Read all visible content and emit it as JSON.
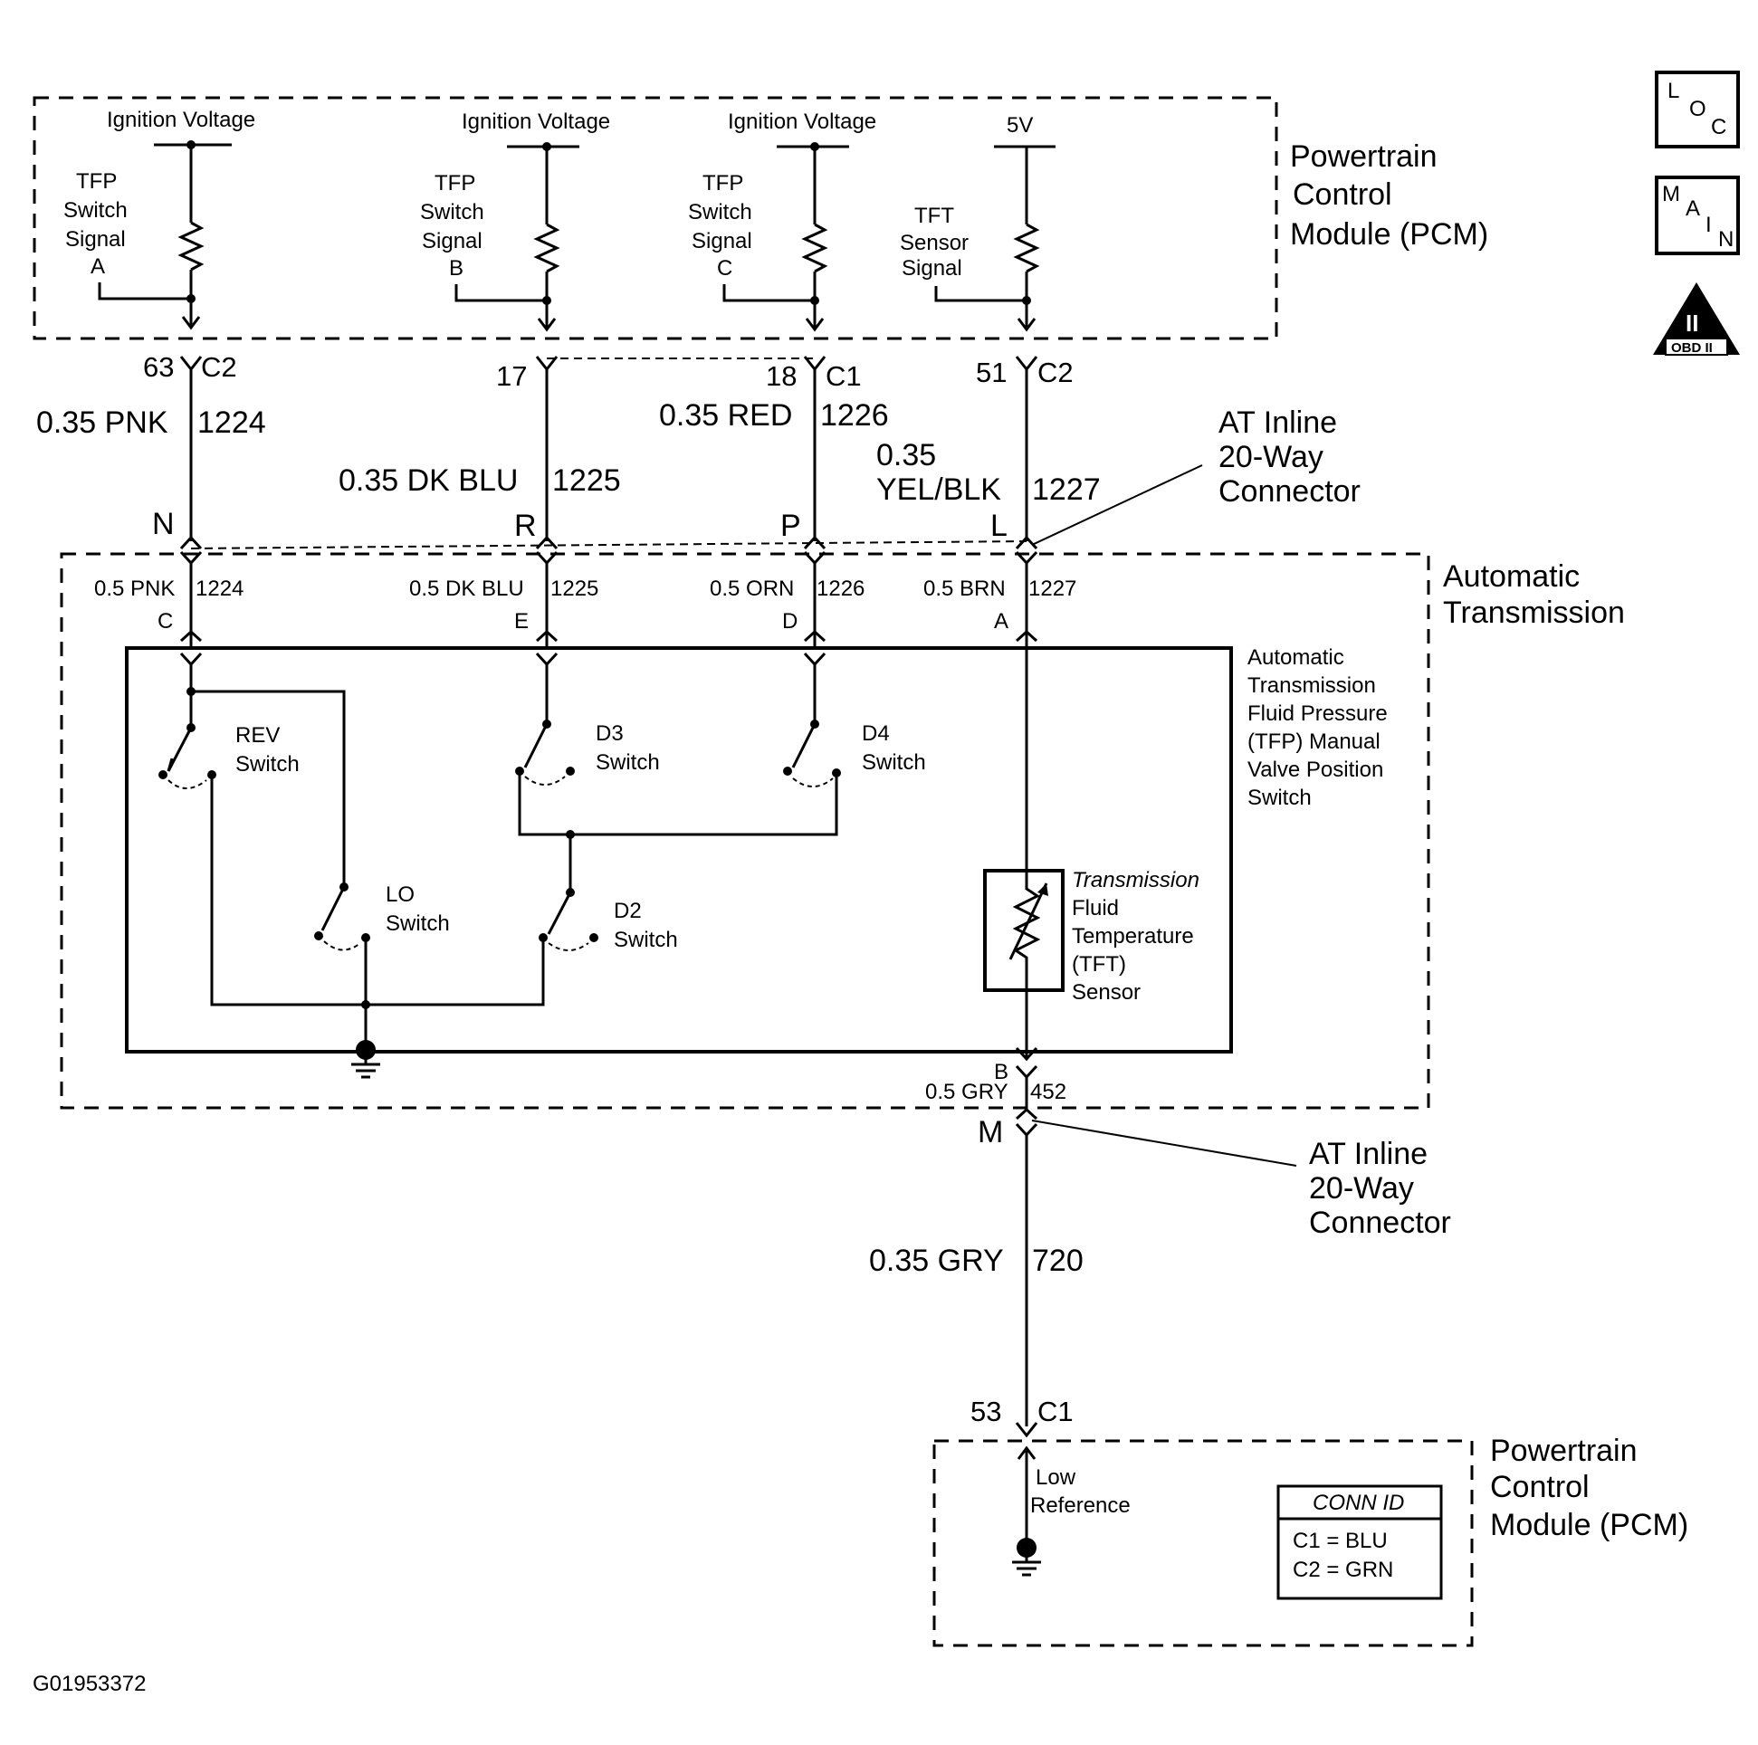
{
  "pcm_top": {
    "title_lines": [
      "Powertrain",
      "Control",
      "Module (PCM)"
    ],
    "supplies": [
      "Ignition Voltage",
      "Ignition Voltage",
      "Ignition Voltage",
      "5V"
    ],
    "signals": [
      [
        "TFP",
        "Switch",
        "Signal",
        "A"
      ],
      [
        "TFP",
        "Switch",
        "Signal",
        "B"
      ],
      [
        "TFP",
        "Switch",
        "Signal",
        "C"
      ],
      [
        "TFT",
        "Sensor",
        "Signal"
      ]
    ]
  },
  "pcm_pins": [
    {
      "pin": "63",
      "conn": "C2"
    },
    {
      "pin": "17",
      "conn": ""
    },
    {
      "pin": "18",
      "conn": "C1"
    },
    {
      "pin": "51",
      "conn": "C2"
    }
  ],
  "upper_wires": [
    {
      "label": "0.35 PNK",
      "circuit": "1224"
    },
    {
      "label": "0.35 DK BLU",
      "circuit": "1225"
    },
    {
      "label": "0.35 RED",
      "circuit": "1226"
    },
    {
      "label_lines": [
        "0.35",
        "YEL/BLK"
      ],
      "circuit": "1227"
    }
  ],
  "inline_letters": [
    "N",
    "R",
    "P",
    "L"
  ],
  "inline_connector_label": [
    "AT Inline",
    "20-Way",
    "Connector"
  ],
  "transmission": {
    "title_lines": [
      "Automatic",
      "Transmission"
    ],
    "wires": [
      {
        "label": "0.5 PNK",
        "circuit": "1224",
        "pin": "C"
      },
      {
        "label": "0.5 DK BLU",
        "circuit": "1225",
        "pin": "E"
      },
      {
        "label": "0.5 ORN",
        "circuit": "1226",
        "pin": "D"
      },
      {
        "label": "0.5 BRN",
        "circuit": "1227",
        "pin": "A"
      }
    ],
    "tfp_title_lines": [
      "Automatic",
      "Transmission",
      "Fluid Pressure",
      "(TFP) Manual",
      "Valve Position",
      "Switch"
    ],
    "switches": [
      [
        "REV",
        "Switch"
      ],
      [
        "D3",
        "Switch"
      ],
      [
        "D4",
        "Switch"
      ],
      [
        "LO",
        "Switch"
      ],
      [
        "D2",
        "Switch"
      ]
    ],
    "tft_lines": [
      "Transmission",
      "Fluid",
      "Temperature",
      "(TFT)",
      "Sensor"
    ],
    "ground_pin": {
      "pin": "B",
      "label": "0.5 GRY",
      "circuit": "452"
    }
  },
  "lower": {
    "inline_letter": "M",
    "inline_connector_label": [
      "AT Inline",
      "20-Way",
      "Connector"
    ],
    "wire": {
      "label": "0.35 GRY",
      "circuit": "720"
    },
    "pcm_pin": {
      "pin": "53",
      "conn": "C1"
    }
  },
  "pcm_bottom": {
    "title_lines": [
      "Powertrain",
      "Control",
      "Module (PCM)"
    ],
    "low_ref_lines": [
      "Low",
      "Reference"
    ],
    "conn_id": {
      "title": "CONN ID",
      "rows": [
        "C1 = BLU",
        "C2 = GRN"
      ]
    }
  },
  "icons": {
    "loc": [
      "L",
      "O",
      "C"
    ],
    "main": [
      "M",
      "A",
      "I",
      "N"
    ],
    "obd": {
      "numeral": "II",
      "label": "OBD II"
    }
  },
  "figure_code": "G01953372"
}
